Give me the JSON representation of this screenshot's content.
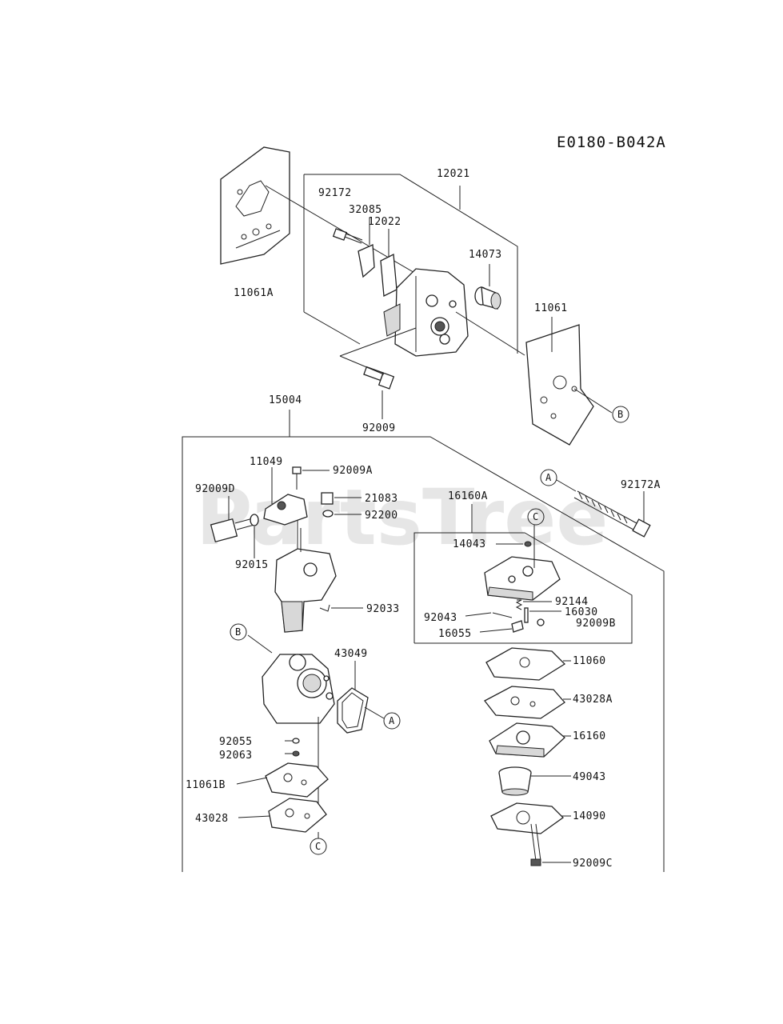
{
  "diagram_code": "E0180-B042A",
  "watermark": "PartsTree",
  "parts": {
    "p11061A": "11061A",
    "p92172": "92172",
    "p12021": "12021",
    "p32085": "32085",
    "p12022": "12022",
    "p14073": "14073",
    "p11061": "11061",
    "p92009": "92009",
    "p15004": "15004",
    "p11049": "11049",
    "p92009A": "92009A",
    "p92009D": "92009D",
    "p21083": "21083",
    "p92200": "92200",
    "p92015": "92015",
    "p92172A": "92172A",
    "p16160A": "16160A",
    "p14043": "14043",
    "p92033": "92033",
    "p92144": "92144",
    "p92043": "92043",
    "p16030": "16030",
    "p92009B": "92009B",
    "p16055": "16055",
    "p43049": "43049",
    "p11060": "11060",
    "p43028A": "43028A",
    "p92055": "92055",
    "p92063": "92063",
    "p16160": "16160",
    "p11061B": "11061B",
    "p49043": "49043",
    "p43028": "43028",
    "p14090": "14090",
    "p92009C": "92009C"
  },
  "callouts": {
    "A": "A",
    "B": "B",
    "C": "C"
  }
}
